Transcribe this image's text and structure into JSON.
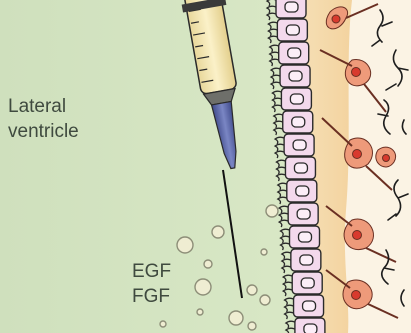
{
  "labels": {
    "lateral_ventricle_line1": "Lateral",
    "lateral_ventricle_line2": "ventricle",
    "egf": "EGF",
    "fgf": "FGF"
  },
  "colors": {
    "ventricle_fluid": "#cfe0bd",
    "ependymal_cell": "#f3d9ec",
    "ependymal_outline": "#2a2a2a",
    "subependymal_band": "#f0cf9a",
    "neural_cell": "#ee9a7a",
    "cell_nucleus": "#d83a2e",
    "syringe_barrel": "#f3e6b4",
    "syringe_needle_hub": "#5b67a8"
  },
  "icons": [
    "syringe-icon",
    "growth-factor-bead-icon"
  ]
}
